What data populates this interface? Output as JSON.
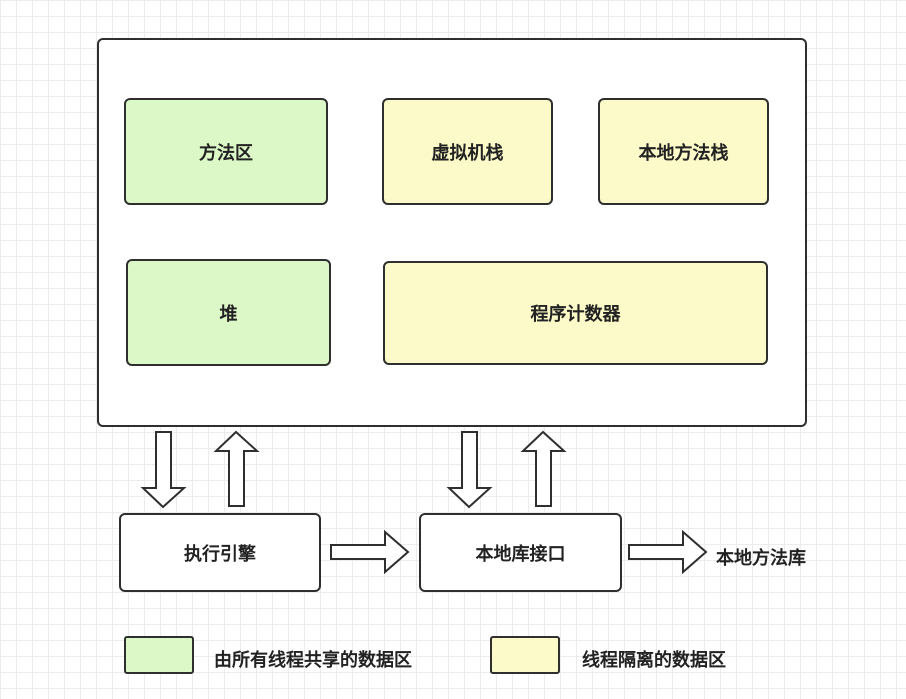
{
  "runtime_areas": {
    "method_area": "方法区",
    "vm_stack": "虚拟机栈",
    "native_method_stack": "本地方法栈",
    "heap": "堆",
    "program_counter": "程序计数器"
  },
  "execution": {
    "engine": "执行引擎",
    "native_interface": "本地库接口",
    "native_library": "本地方法库"
  },
  "legend": {
    "shared": "由所有线程共享的数据区",
    "isolated": "线程隔离的数据区"
  },
  "colors": {
    "shared": "#dcf8c6",
    "isolated": "#fbfac8"
  }
}
